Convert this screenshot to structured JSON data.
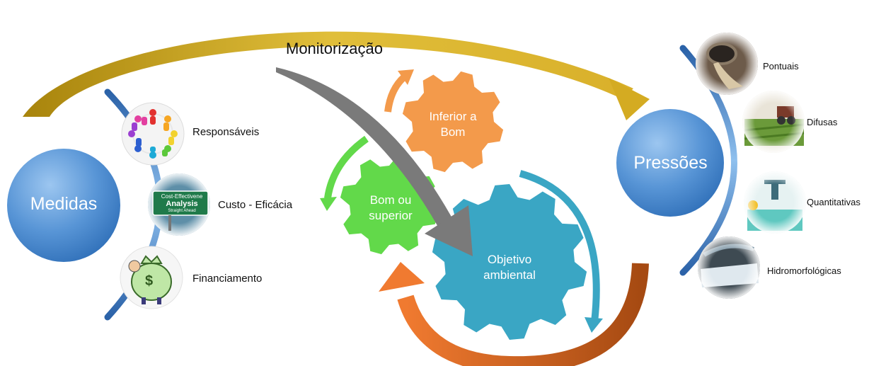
{
  "title": "Monitorização",
  "left": {
    "main": "Medidas",
    "items": [
      {
        "label": "Responsáveis",
        "icon": "people-circle-icon"
      },
      {
        "label": "Custo - Eficácia",
        "icon": "cost-effectiveness-sign-icon"
      },
      {
        "label": "Financiamento",
        "icon": "money-bag-icon"
      }
    ],
    "sign_text": {
      "line1": "Cost-Effectivene",
      "line2": "Analysis",
      "line3": "Straight Ahead"
    },
    "money_symbol": "$"
  },
  "gears": {
    "inferior": {
      "line1": "Inferior a",
      "line2": "Bom"
    },
    "bom": {
      "line1": "Bom ou",
      "line2": "superior"
    },
    "objetivo": {
      "line1": "Objetivo",
      "line2": "ambiental"
    }
  },
  "right": {
    "main": "Pressões",
    "items": [
      {
        "label": "Pontuais",
        "icon": "discharge-pipe-icon"
      },
      {
        "label": "Difusas",
        "icon": "tractor-field-icon"
      },
      {
        "label": "Quantitativas",
        "icon": "water-abstraction-icon"
      },
      {
        "label": "Hidromorfológicas",
        "icon": "weir-dam-icon"
      }
    ]
  },
  "colors": {
    "blue_circle": "#4f8fd3",
    "gold_arrow": "#c9a21a",
    "gray_arrow": "#7a7a7a",
    "orange_gear": "#f39a4b",
    "green_gear": "#62d94a",
    "teal_gear": "#3aa6c4",
    "orange_arc": "#e36a2a"
  }
}
